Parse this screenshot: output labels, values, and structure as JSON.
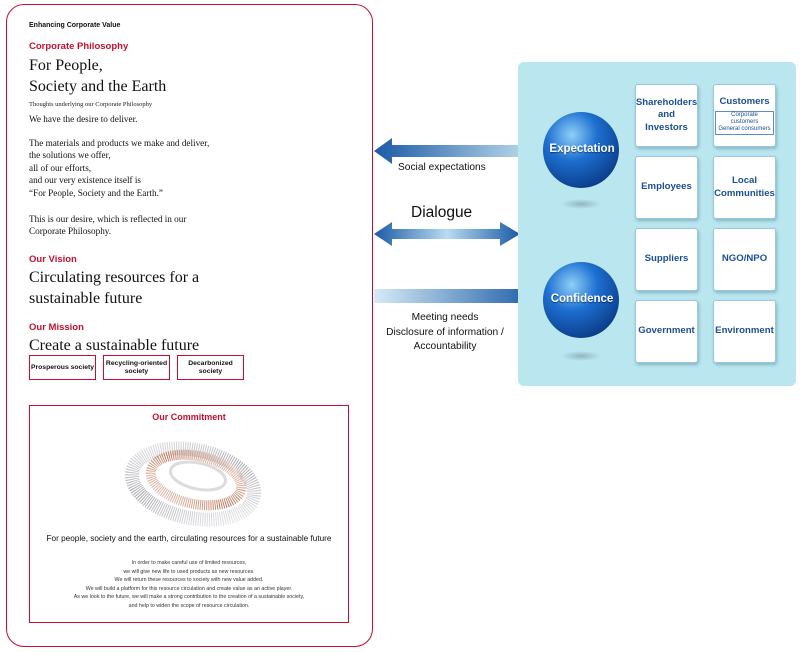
{
  "philosophy": {
    "eyebrow": "Enhancing Corporate Value",
    "label": "Corporate Philosophy",
    "heading": "For People,\nSociety and the Earth",
    "subnote": "Thoughts underlying our Corporate Philosophy",
    "desire": "We have the desire to deliver.",
    "body": "The materials and products we make and deliver,\nthe solutions we offer,\nall of our efforts,\nand our very existence itself is\n“For People, Society and the Earth.”",
    "closing": "This is our desire, which is reflected in our\nCorporate Philosophy."
  },
  "vision": {
    "label": "Our Vision",
    "heading": "Circulating resources for a\nsustainable future"
  },
  "mission": {
    "label": "Our Mission",
    "heading": "Create a sustainable future",
    "boxes": [
      "Prosperous society",
      "Recycling-oriented\nsociety",
      "Decarbonized\nsociety"
    ]
  },
  "commitment": {
    "title": "Our Commitment",
    "tagline": "For people, society and the earth, circulating resources for a sustainable future",
    "body": "In order to make careful use of limited resources,\nwe will give new life to used products as new resources.\nWe will return these resources to society with new value added.\nWe will build a platform for this resource circulation and create value as an active player.\nAs we look to the future, we will make a strong contribution to the creation of a sustainable society,\nand help to widen the scope of resource circulation."
  },
  "flows": {
    "social_expectations": "Social expectations",
    "dialogue": "Dialogue",
    "meeting": "Meeting needs\nDisclosure of information /\nAccountability"
  },
  "spheres": {
    "expectation": "Expectation",
    "confidence": "Confidence"
  },
  "stakeholders": [
    {
      "name": "Shareholders\nand\nInvestors"
    },
    {
      "name": "Customers",
      "sub": "Corporate\ncustomers\nGeneral consumers"
    },
    {
      "name": "Employees"
    },
    {
      "name": "Local\nCommunities"
    },
    {
      "name": "Suppliers"
    },
    {
      "name": "NGO/NPO"
    },
    {
      "name": "Government"
    },
    {
      "name": "Environment"
    }
  ],
  "colors": {
    "accent_red": "#c8102e",
    "panel_blue": "#b9e6ef",
    "stake_text": "#1a4f97",
    "arrow_dark": "#1a5aa6"
  }
}
